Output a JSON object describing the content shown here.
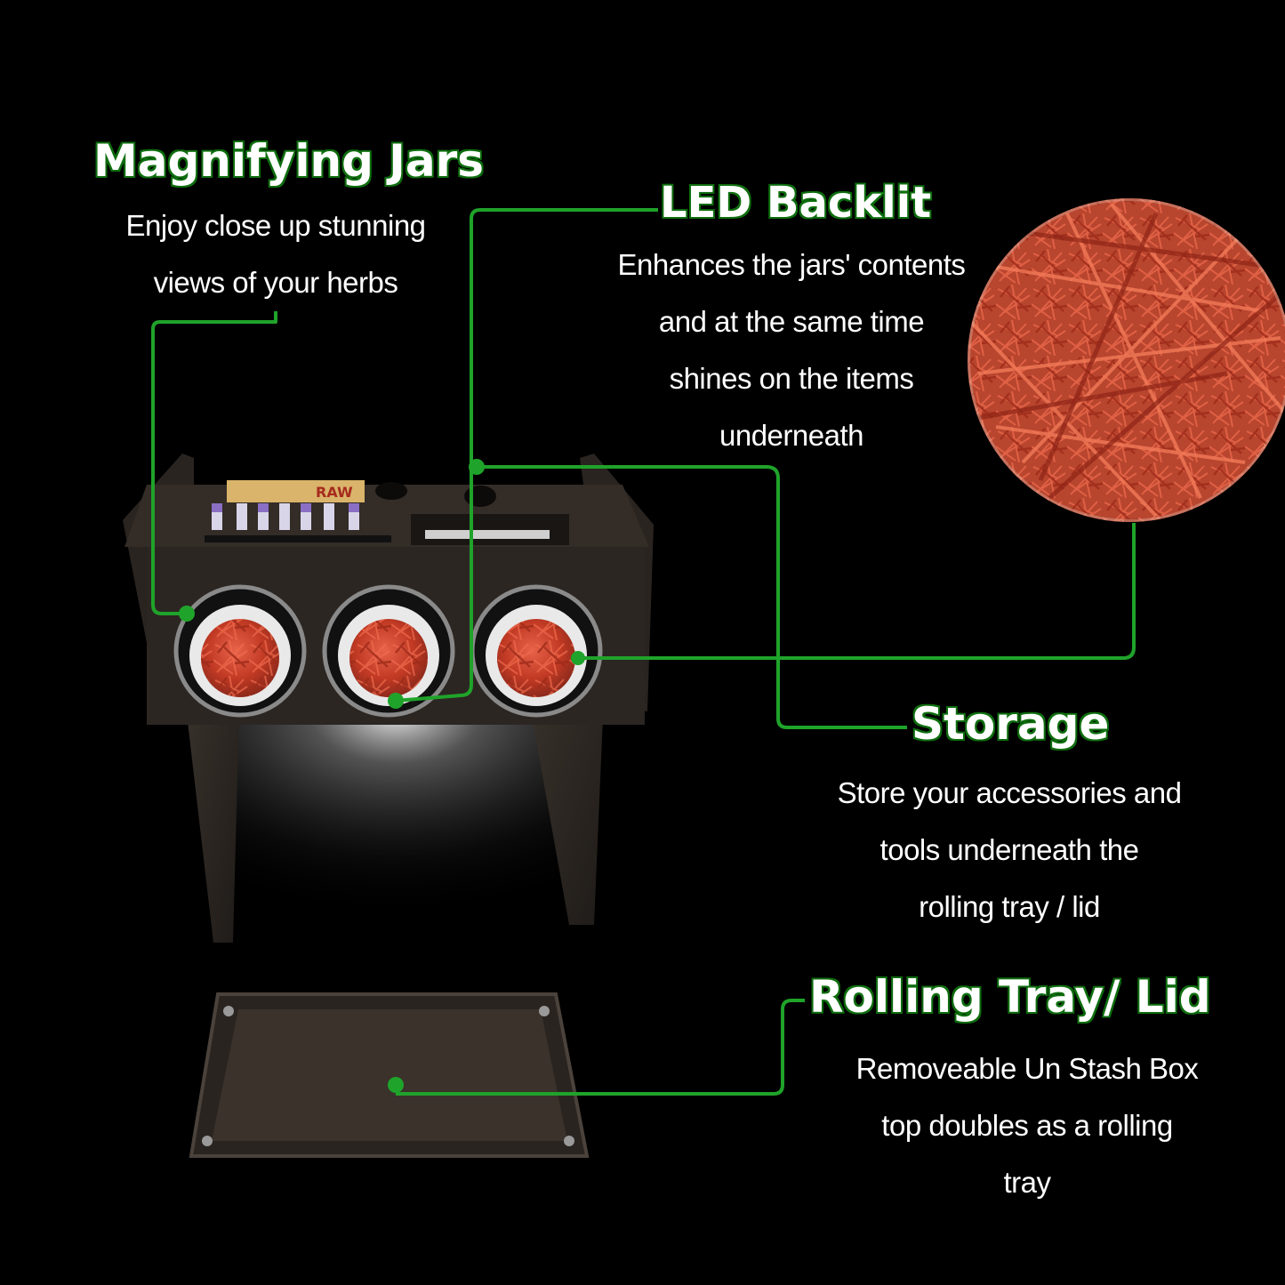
{
  "features": {
    "magnifying": {
      "title": "Magnifying Jars",
      "lines": [
        "Enjoy close up stunning",
        "views of your herbs"
      ]
    },
    "led": {
      "title": "LED Backlit",
      "lines": [
        "Enhances the jars' contents",
        "and at the same time",
        "shines on the items",
        "underneath"
      ]
    },
    "storage": {
      "title": "Storage",
      "lines": [
        "Store your accessories and",
        "tools underneath the",
        "rolling tray / lid"
      ]
    },
    "tray": {
      "title": "Rolling Tray/ Lid",
      "lines": [
        "Removeable Un Stash Box",
        "top doubles as a rolling",
        "tray"
      ]
    }
  },
  "product": {
    "box_label": "RAW"
  },
  "colors": {
    "accent": "#2bb52b",
    "background": "#000000",
    "wood": "#2b2622",
    "saffron": "#c8402a"
  }
}
